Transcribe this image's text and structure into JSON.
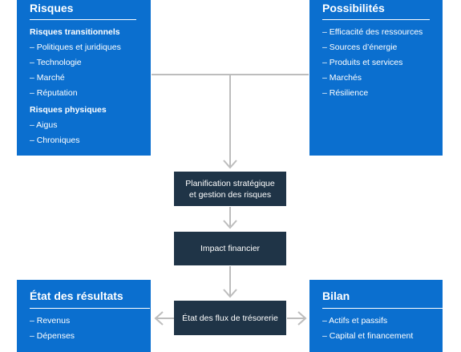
{
  "risks": {
    "title": "Risques",
    "transition_heading": "Risques transitionnels",
    "transition_items": [
      "– Politiques et juridiques",
      "– Technologie",
      "– Marché",
      "– Réputation"
    ],
    "physical_heading": "Risques physiques",
    "physical_items": [
      "– Aigus",
      "– Chroniques"
    ]
  },
  "opportunities": {
    "title": "Possibilités",
    "items": [
      "– Efficacité des ressources",
      "– Sources d’énergie",
      "– Produits et services",
      "– Marchés",
      "– Résilience"
    ]
  },
  "process": {
    "planning_line1": "Planification stratégique",
    "planning_line2": "et gestion des risques",
    "impact": "Impact financier",
    "cashflow": "État des flux de trésorerie"
  },
  "income_statement": {
    "title": "État des résultats",
    "items": [
      "– Revenus",
      "– Dépenses"
    ]
  },
  "balance_sheet": {
    "title": "Bilan",
    "items": [
      "– Actifs et passifs",
      "– Capital et financement"
    ]
  },
  "colors": {
    "box_blue": "#0b6fcf",
    "box_navy": "#1f3447",
    "connector_gray": "#bdbdbd"
  }
}
